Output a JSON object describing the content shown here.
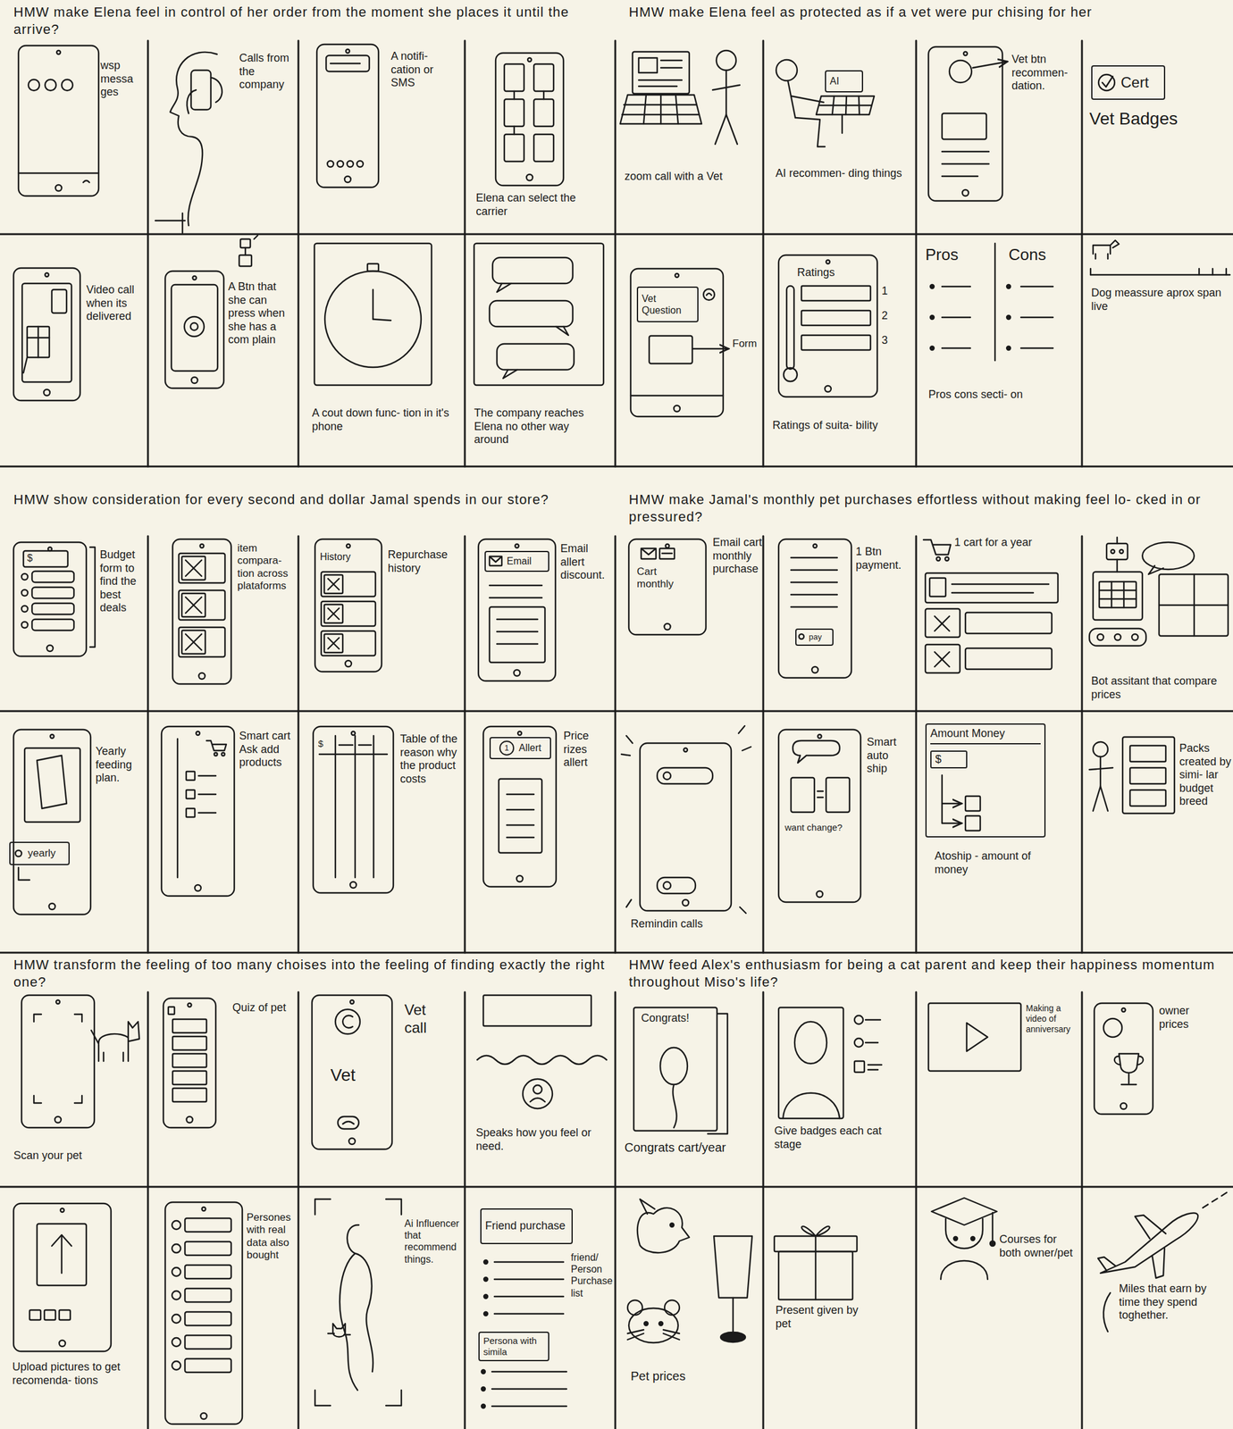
{
  "diagram": {
    "nodes": [
      {
        "text": [
          "HMW make Elena feel in control of her order from the moment she places it until the arrive?"
        ]
      },
      {
        "text": [
          "wsp messa ges"
        ],
        "in": 0
      },
      {
        "text": [
          "Calls from the company"
        ],
        "in": 0
      },
      {
        "text": [
          "A notifi- cation or SMS"
        ],
        "in": 0
      },
      {
        "text": [
          "Elena can select the carrier"
        ],
        "in": 0
      },
      {
        "text": [
          "Video call when its delivered"
        ],
        "in": 0
      },
      {
        "text": [
          "A Btn that she can press when she has a com plain"
        ],
        "in": 0
      },
      {
        "text": [
          "A cout down func- tion in it's phone"
        ],
        "in": 0
      },
      {
        "text": [
          "The company reaches Elena no other way around"
        ],
        "in": 0
      },
      {
        "text": [
          "HMW make Elena feel as protected as if a vet were pur chising for her"
        ]
      },
      {
        "text": [
          "zoom call with a Vet"
        ],
        "in": 9
      },
      {
        "text": [
          "AI recommen- ding things"
        ],
        "in": 9
      },
      {
        "text": [
          "AI"
        ],
        "in": 11
      },
      {
        "text": [
          "Vet btn recommen- dation."
        ],
        "in": 9
      },
      {
        "text": [
          "Vet Badges"
        ],
        "in": 9
      },
      {
        "text": [
          "Cert"
        ],
        "in": 14
      },
      {
        "text": [
          "Form"
        ],
        "in": 9
      },
      {
        "text": [
          "Vet Question"
        ],
        "in": 16
      },
      {
        "text": [
          "Ratings",
          "1",
          "2",
          "3",
          "Ratings of suita- bility"
        ],
        "in": 9
      },
      {
        "text": [
          "Pros",
          "Cons",
          "Pros cons secti- on"
        ],
        "in": 9
      },
      {
        "text": [
          "Dog meassure aprox span live"
        ],
        "in": 9
      },
      {
        "text": [
          "HMW show consideration for every second and dollar Jamal spends in our store?"
        ]
      },
      {
        "text": [
          "$",
          "Budget form to find the best deals"
        ],
        "in": 21
      },
      {
        "text": [
          "item compara- tion across plataforms"
        ],
        "in": 21
      },
      {
        "text": [
          "History",
          "Repurchase history"
        ],
        "in": 21
      },
      {
        "text": [
          "Email allert discount."
        ],
        "in": 21
      },
      {
        "text": [
          "Email"
        ],
        "in": 25
      },
      {
        "text": [
          "Yearly feeding plan."
        ],
        "in": 21
      },
      {
        "text": [
          "yearly"
        ],
        "in": 27
      },
      {
        "text": [
          "Smart cart Ask add products"
        ],
        "in": 21
      },
      {
        "text": [
          "$",
          "Table of the reason why the product costs"
        ],
        "in": 21
      },
      {
        "text": [
          "Price rizes allert"
        ],
        "in": 21
      },
      {
        "text": [
          "1",
          "Allert"
        ],
        "in": 31
      },
      {
        "text": [
          "HMW make Jamal's monthly pet purchases effortless without making feel lo- cked in or pressured?"
        ]
      },
      {
        "text": [
          "Cart monthly",
          "Email cart monthly purchase"
        ],
        "in": 33
      },
      {
        "text": [
          "1 Btn payment."
        ],
        "in": 33
      },
      {
        "text": [
          "pay"
        ],
        "in": 35
      },
      {
        "text": [
          "1 cart for a year"
        ],
        "in": 33
      },
      {
        "text": [
          "Bot assitant that compare prices"
        ],
        "in": 33
      },
      {
        "text": [
          "Remindin calls"
        ],
        "in": 33
      },
      {
        "text": [
          "want change?",
          "Smart auto ship"
        ],
        "in": 33
      },
      {
        "text": [
          "Atoship - amount of money"
        ],
        "in": 33
      },
      {
        "text": [
          "Amount Money",
          "$"
        ],
        "in": 41
      },
      {
        "text": [
          "Packs created by simi- lar budget breed"
        ],
        "in": 33
      },
      {
        "text": [
          "HMW transform the feeling of too many choises into the feeling of finding exactly the right one?"
        ]
      },
      {
        "text": [
          "Scan your pet"
        ],
        "in": 44
      },
      {
        "text": [
          "Quiz of pet"
        ],
        "in": 44
      },
      {
        "text": [
          "Vet",
          "Vet call"
        ],
        "in": 44
      },
      {
        "text": [
          "Speaks how you feel or need."
        ],
        "in": 44
      },
      {
        "text": [
          "Upload pictures to get recomenda- tions"
        ],
        "in": 44
      },
      {
        "text": [
          "Persones with real data also bought"
        ],
        "in": 44
      },
      {
        "text": [
          "Ai Influencer that recommend things."
        ],
        "in": 44
      },
      {
        "text": [
          "friend/ Person Purchase list"
        ],
        "in": 44
      },
      {
        "text": [
          "Friend purchase"
        ],
        "in": 52
      },
      {
        "text": [
          "Persona with simila"
        ],
        "in": 52
      },
      {
        "text": [
          "HMW feed Alex's enthusiasm for being a cat parent and keep their happiness momentum throughout Miso's life?"
        ]
      },
      {
        "text": [
          "Congrats!",
          "Congrats cart/year"
        ],
        "in": 55
      },
      {
        "text": [
          "Give badges each cat stage"
        ],
        "in": 55
      },
      {
        "text": [
          "Making a video of anniversary"
        ],
        "in": 55
      },
      {
        "text": [
          "owner prices"
        ],
        "in": 55
      },
      {
        "text": [
          "Pet prices"
        ],
        "in": 55
      },
      {
        "text": [
          "Present given by pet"
        ],
        "in": 55
      },
      {
        "text": [
          "Courses for both owner/pet"
        ],
        "in": 55
      },
      {
        "text": [
          "Miles that earn by time they spend toghether."
        ],
        "in": 55
      }
    ]
  }
}
